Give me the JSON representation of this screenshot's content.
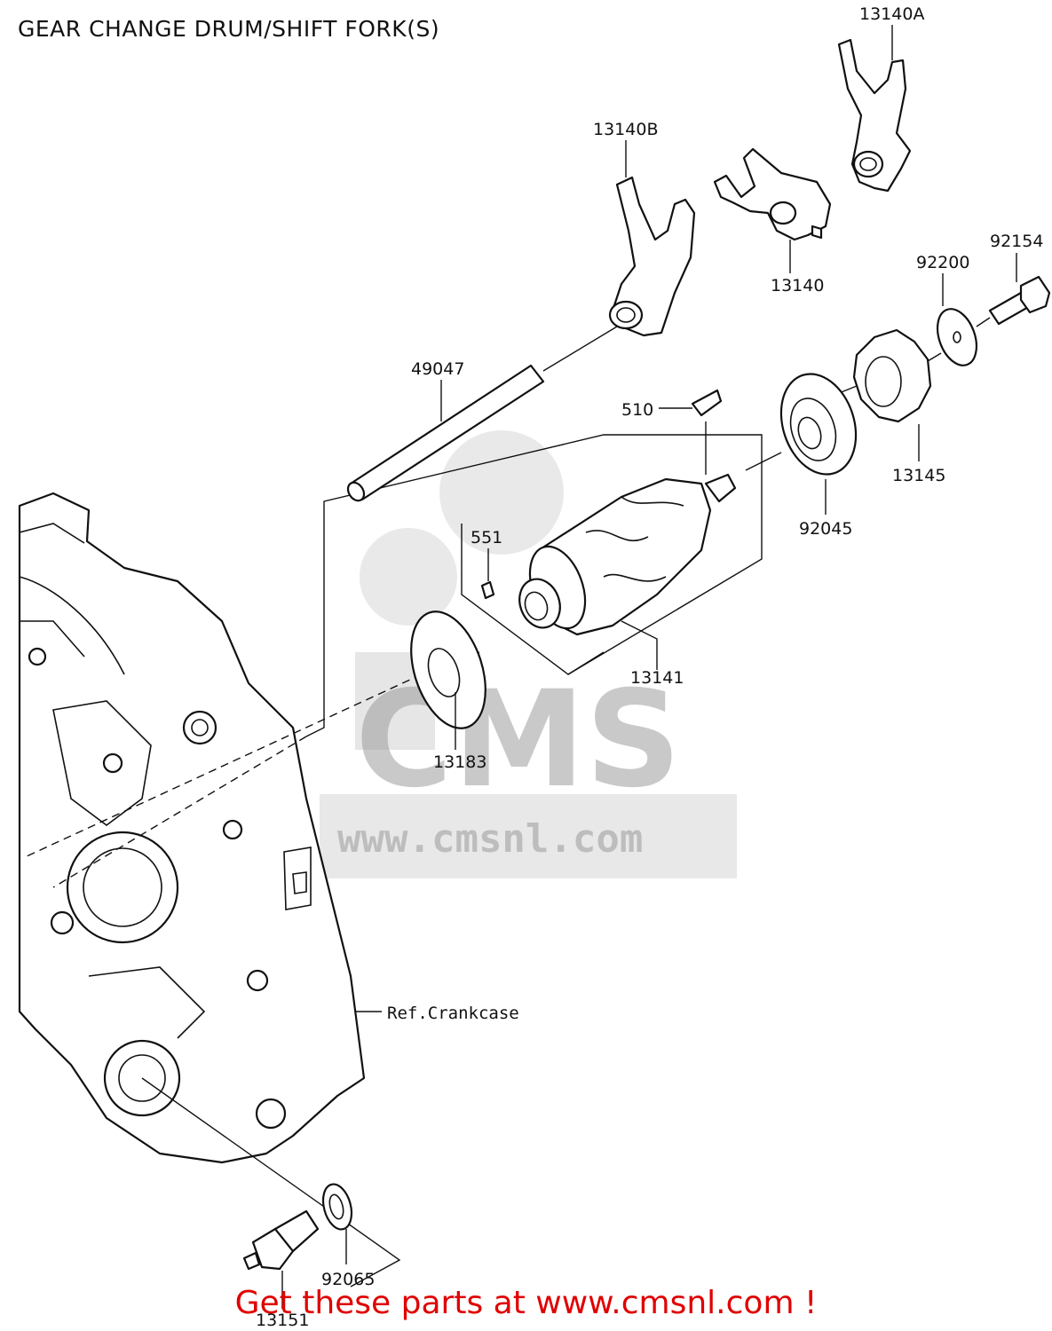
{
  "title": "GEAR CHANGE DRUM/SHIFT FORK(S)",
  "labels": {
    "p13140A": "13140A",
    "p13140B": "13140B",
    "p13140": "13140",
    "p92154": "92154",
    "p92200": "92200",
    "p49047": "49047",
    "p510": "510",
    "p13145": "13145",
    "p92045": "92045",
    "p551": "551",
    "p13141": "13141",
    "p13183": "13183",
    "ref_crankcase": "Ref.Crankcase",
    "p92065": "92065",
    "p13151": "13151"
  },
  "watermark": {
    "logo": "CMS",
    "url": "www.cmsnl.com"
  },
  "footer": "Get these parts at www.cmsnl.com !",
  "colors": {
    "footer": "#e00000",
    "lines": "#111111",
    "watermark": "#8a8a8a"
  }
}
